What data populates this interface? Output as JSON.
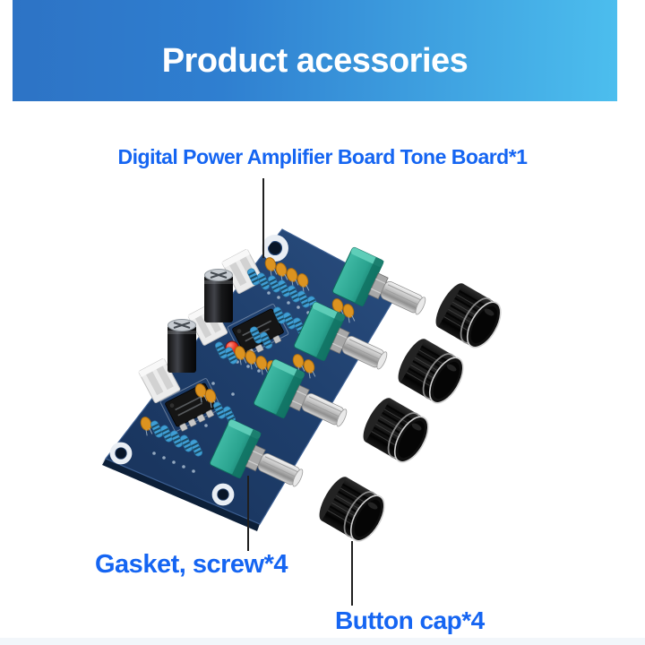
{
  "banner": {
    "title": "Product acessories"
  },
  "annotations": {
    "board_label": "Digital Power Amplifier Board Tone Board*1",
    "gasket_label": "Gasket, screw*4",
    "button_cap_label": "Button cap*4"
  },
  "theme": {
    "banner-gradient-left": "#2d73c5",
    "banner-gradient-right": "#4cbeee",
    "banner-text": "#ffffff",
    "label-blue": "#1565f2",
    "annotation-line": "#1f1f1f",
    "pcb-navy": "#1e3e6b",
    "pcb-edge": "#0c1f38",
    "pot-teal": "#2aa38f",
    "shaft-silver": "#c9c9c9",
    "knob-black": "#141414",
    "ceramic-orange": "#dc9320",
    "resistor-blue": "#3f9ed5",
    "led-red": "#e02218",
    "bottom-strip": "#f2f6fa"
  }
}
